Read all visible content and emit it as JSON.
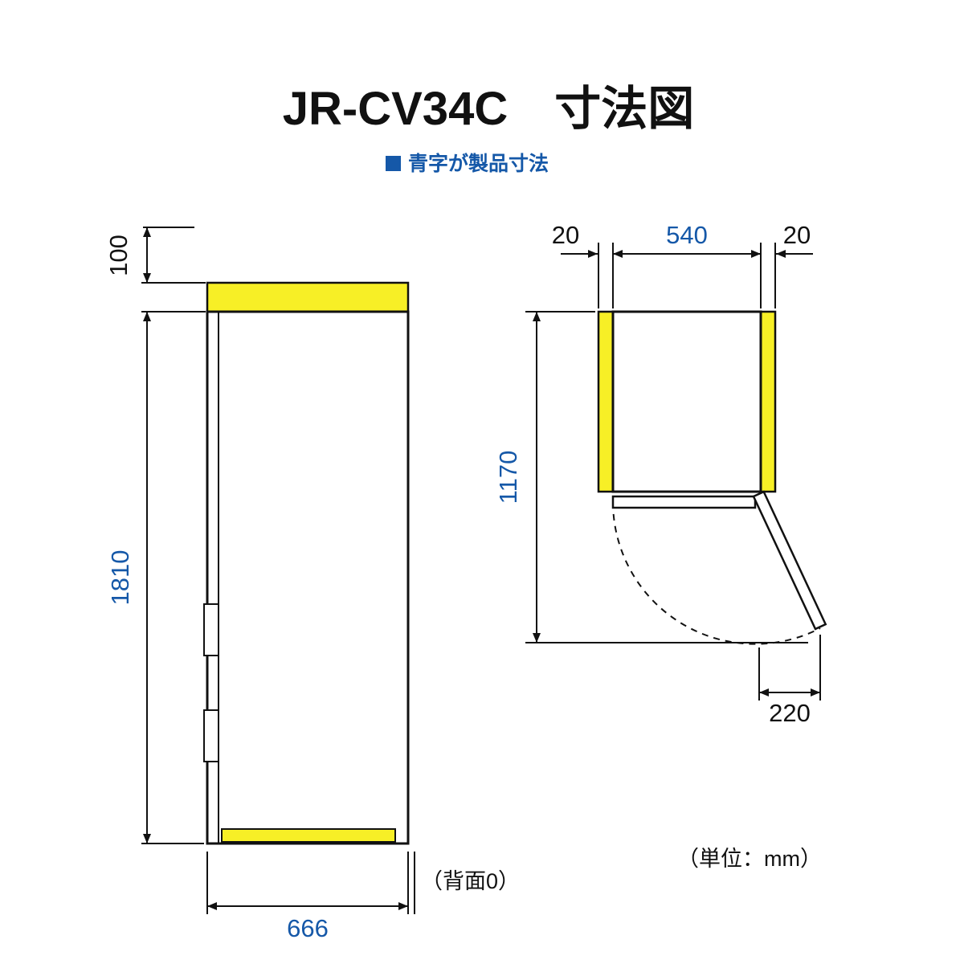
{
  "title": "JR-CV34C　寸法図",
  "legend": {
    "label": "青字が製品寸法"
  },
  "units_note": "（単位：mm）",
  "side_view": {
    "top_clearance": "100",
    "height": "1810",
    "depth": "666",
    "rear_note": "（背面0）"
  },
  "top_view": {
    "left_clearance": "20",
    "width": "540",
    "right_clearance": "20",
    "depth_with_door": "1170",
    "door_open_protrusion": "220"
  },
  "colors": {
    "dimension_blue": "#1558a8",
    "clearance_yellow": "#f7ef26"
  }
}
